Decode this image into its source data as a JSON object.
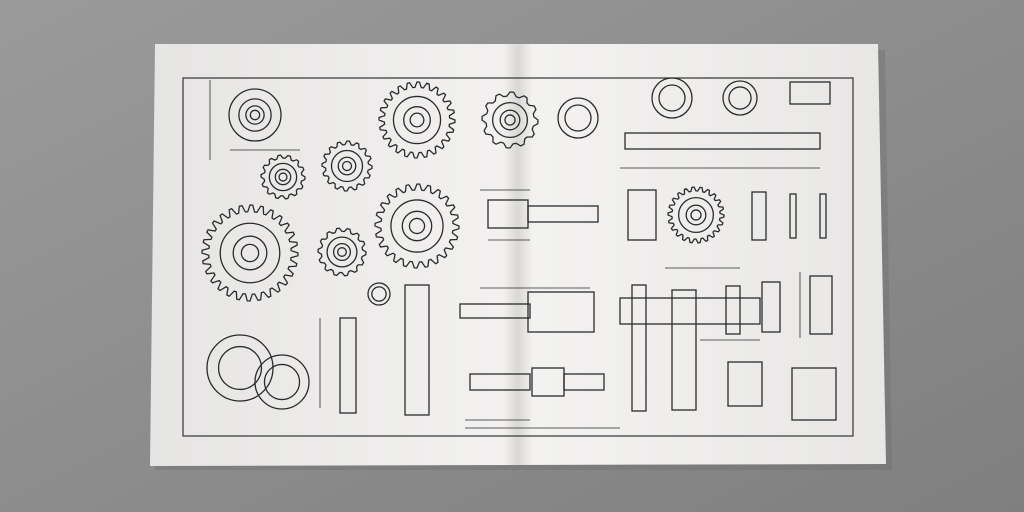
{
  "colors": {
    "background": "#8e8e8e",
    "paper": "#ecebea",
    "ink": "#2b2b2b",
    "fold_shadow": "#d6d5d3"
  },
  "gears": [
    {
      "name": "gear-top-left-hub",
      "teeth": 0
    },
    {
      "name": "gear-small-1",
      "teeth": 14
    },
    {
      "name": "gear-small-2",
      "teeth": 16
    },
    {
      "name": "gear-large-top",
      "teeth": 24
    },
    {
      "name": "gear-top-center",
      "teeth": 12
    },
    {
      "name": "gear-large-left",
      "teeth": 28
    },
    {
      "name": "gear-small-3",
      "teeth": 14
    },
    {
      "name": "gear-large-center",
      "teeth": 24
    },
    {
      "name": "gear-right-mid",
      "teeth": 22
    }
  ]
}
